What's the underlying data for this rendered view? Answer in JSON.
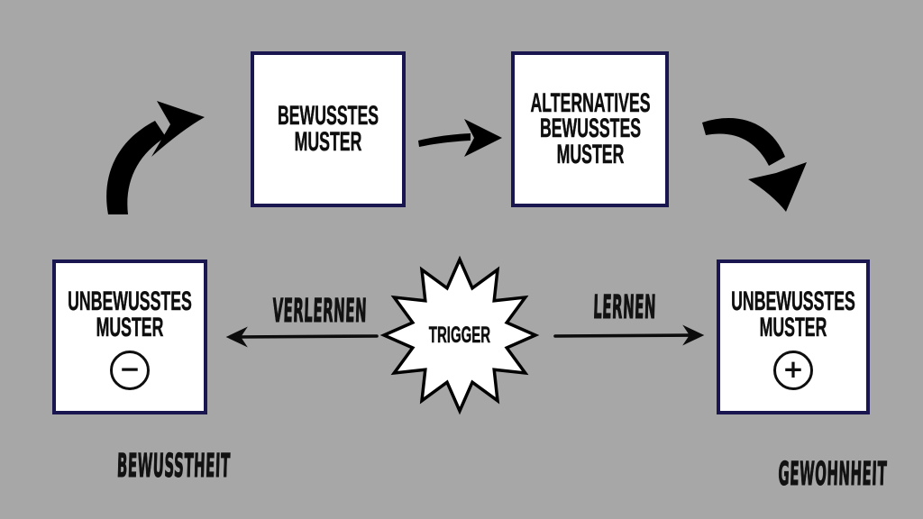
{
  "colors": {
    "background": "#a7a7a7",
    "box_border": "#1a1650",
    "box_fill": "#ffffff",
    "ink": "#0e0e0e"
  },
  "boxes": {
    "conscious": {
      "label": "BEWUSSTES MUSTER"
    },
    "alternative": {
      "label": "ALTERNATIVES BEWUSSTES MUSTER"
    },
    "unconscious_minus": {
      "label": "UNBEWUSSTES MUSTER",
      "sign": "−"
    },
    "unconscious_plus": {
      "label": "UNBEWUSSTES MUSTER",
      "sign": "+"
    }
  },
  "trigger": {
    "label": "TRIGGER"
  },
  "edge_labels": {
    "unlearn": "VERLERNEN",
    "learn": "LERNEN"
  },
  "captions": {
    "left": "BEWUSSTHEIT",
    "right": "GEWOHNHEIT"
  }
}
